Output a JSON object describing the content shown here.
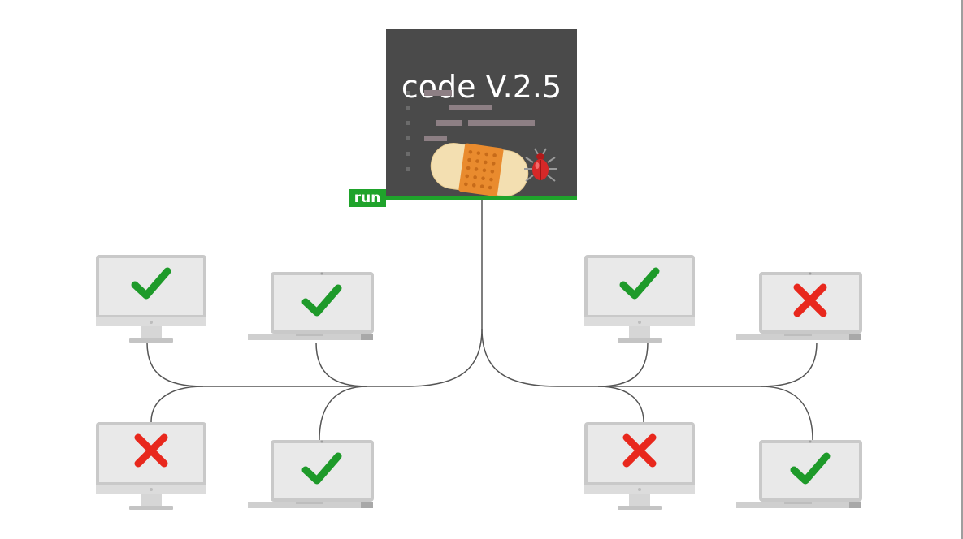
{
  "title": "code V.2.5",
  "run_label": "run",
  "colors": {
    "panel": "#4a4a4a",
    "accent_green": "#1fa32b",
    "success_green": "#1e9a2a",
    "failure_red": "#e8281d",
    "device_frame": "#c9c9c9",
    "device_screen": "#e9e9e9"
  },
  "devices": [
    {
      "type": "desktop",
      "status": "success",
      "icon": "check-icon",
      "row": "top",
      "side": "left",
      "order": 1
    },
    {
      "type": "laptop",
      "status": "success",
      "icon": "check-icon",
      "row": "top",
      "side": "left",
      "order": 2
    },
    {
      "type": "desktop",
      "status": "success",
      "icon": "check-icon",
      "row": "top",
      "side": "right",
      "order": 1
    },
    {
      "type": "laptop",
      "status": "failure",
      "icon": "cross-icon",
      "row": "top",
      "side": "right",
      "order": 2
    },
    {
      "type": "desktop",
      "status": "failure",
      "icon": "cross-icon",
      "row": "bottom",
      "side": "left",
      "order": 1
    },
    {
      "type": "laptop",
      "status": "success",
      "icon": "check-icon",
      "row": "bottom",
      "side": "left",
      "order": 2
    },
    {
      "type": "desktop",
      "status": "failure",
      "icon": "cross-icon",
      "row": "bottom",
      "side": "right",
      "order": 1
    },
    {
      "type": "laptop",
      "status": "success",
      "icon": "check-icon",
      "row": "bottom",
      "side": "right",
      "order": 2
    }
  ]
}
